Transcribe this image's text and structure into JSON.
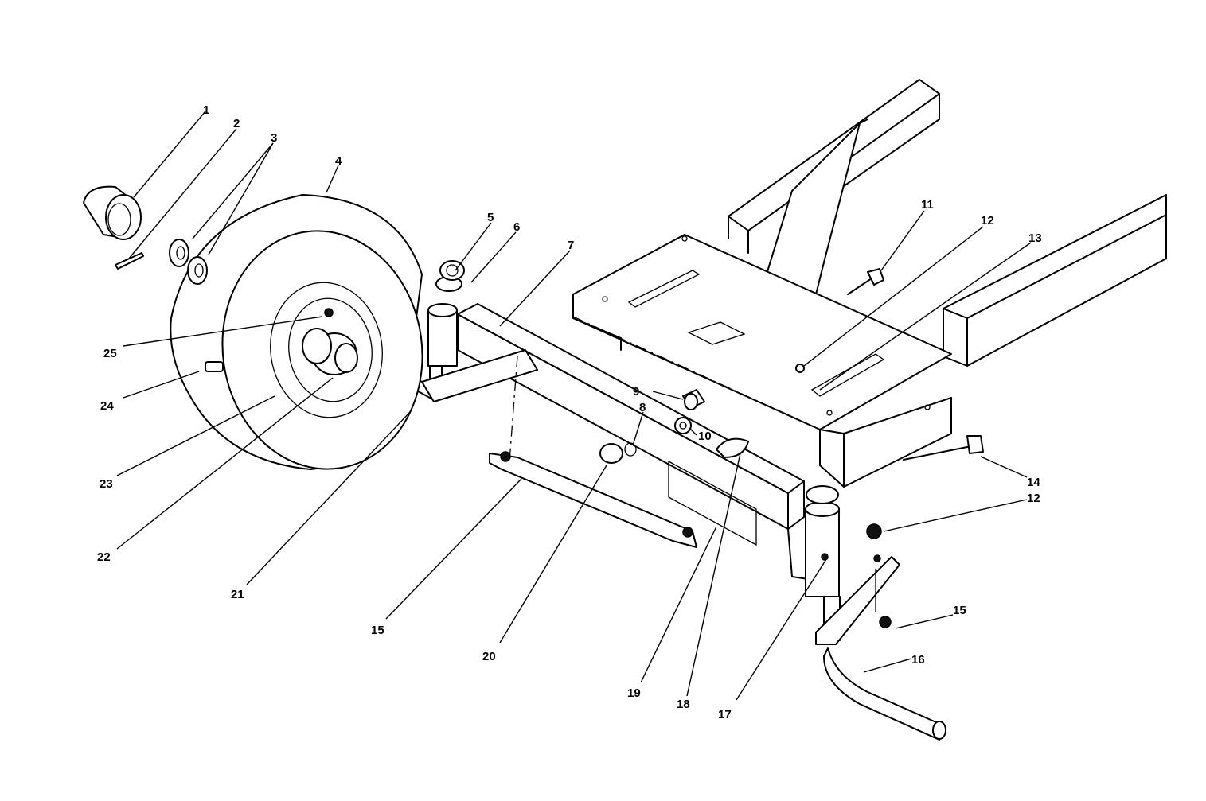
{
  "callouts": {
    "c1": "1",
    "c2": "2",
    "c3": "3",
    "c4": "4",
    "c5": "5",
    "c6": "6",
    "c7": "7",
    "c8": "8",
    "c9": "9",
    "c10": "10",
    "c11": "11",
    "c12a": "12",
    "c12b": "12",
    "c13": "13",
    "c14": "14",
    "c15a": "15",
    "c15b": "15",
    "c16": "16",
    "c17": "17",
    "c18": "18",
    "c19": "19",
    "c20": "20",
    "c21": "21",
    "c22": "22",
    "c23": "23",
    "c24": "24",
    "c25": "25"
  }
}
